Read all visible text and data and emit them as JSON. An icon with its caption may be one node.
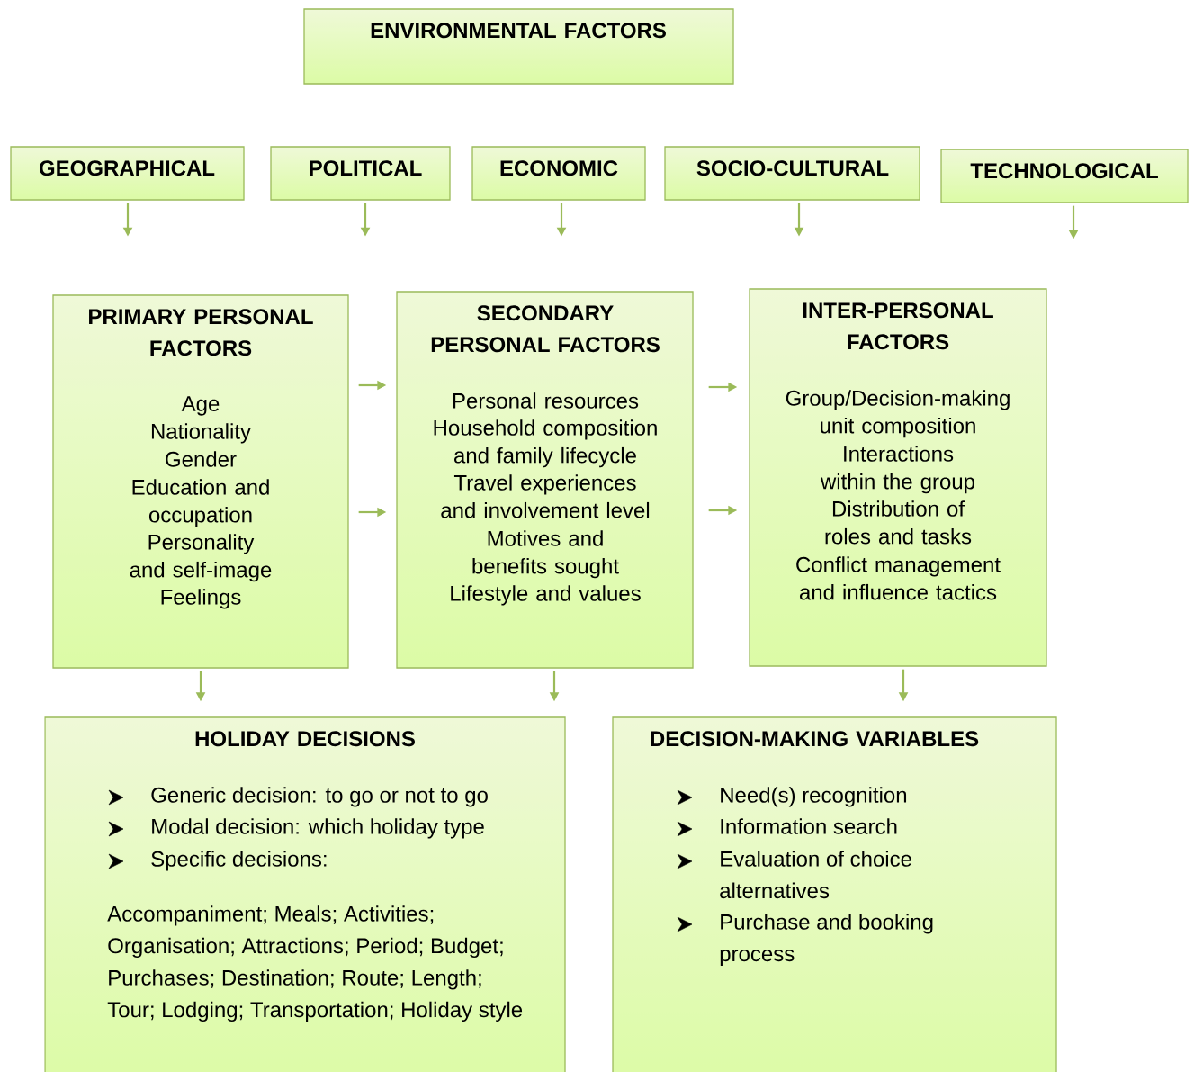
{
  "diagram": {
    "nodes": [
      {
        "text": [
          "ENVIRONMENTAL FACTORS"
        ]
      },
      {
        "text": [
          "GEOGRAPHICAL"
        ]
      },
      {
        "text": [
          "POLITICAL"
        ]
      },
      {
        "text": [
          "ECONOMIC"
        ]
      },
      {
        "text": [
          "SOCIO-CULTURAL"
        ]
      },
      {
        "text": [
          "TECHNOLOGICAL"
        ]
      },
      {
        "text": [
          "PRIMARY PERSONAL FACTORS",
          "Age",
          "Nationality",
          "Gender",
          "Education and occupation",
          "Personality and self-image",
          "Feelings"
        ]
      },
      {
        "text": [
          "SECONDARY PERSONAL FACTORS",
          "Personal resources",
          "Household composition and family lifecycle",
          "Travel experiences and involvement level",
          "Motives and benefits sought",
          "Lifestyle and values"
        ]
      },
      {
        "text": [
          "INTER-PERSONAL FACTORS",
          "Group/Decision-making unit composition",
          "Interactions within the group",
          "Distribution of roles and tasks",
          "Conflict management and influence tactics"
        ]
      },
      {
        "text": [
          "HOLIDAY DECISIONS",
          "Generic decision: to go or not to go",
          "Modal decision: which holiday type",
          "Specific decisions:",
          "Accompaniment; Meals; Activities; Organisation; Attractions; Period; Budget; Purchases; Destination; Route; Length; Tour; Lodging; Transportation; Holiday style"
        ]
      },
      {
        "text": [
          "DECISION-MAKING VARIABLES",
          "Need(s) recognition",
          "Information search",
          "Evaluation of choice alternatives",
          "Purchase and booking process"
        ]
      }
    ],
    "edges": [
      {
        "from": 1,
        "to": null,
        "arrow": "to"
      },
      {
        "from": 2,
        "to": null,
        "arrow": "to"
      },
      {
        "from": 3,
        "to": null,
        "arrow": "to"
      },
      {
        "from": 4,
        "to": null,
        "arrow": "to"
      },
      {
        "from": 5,
        "to": null,
        "arrow": "to"
      },
      {
        "from": 6,
        "to": 7,
        "arrow": "to"
      },
      {
        "from": 6,
        "to": 7,
        "arrow": "to"
      },
      {
        "from": 7,
        "to": 8,
        "arrow": "to"
      },
      {
        "from": 7,
        "to": 8,
        "arrow": "to"
      },
      {
        "from": 6,
        "to": 9,
        "arrow": "to"
      },
      {
        "from": 7,
        "to": 9,
        "arrow": "to"
      },
      {
        "from": 8,
        "to": 10,
        "arrow": "to"
      }
    ]
  }
}
